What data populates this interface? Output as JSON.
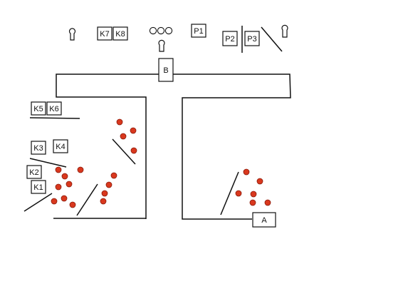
{
  "diagram": {
    "labels": {
      "k1": "K1",
      "k2": "K2",
      "k3": "K3",
      "k4": "K4",
      "k5": "K5",
      "k6": "K6",
      "k7": "K7",
      "k8": "K8",
      "p1": "P1",
      "p2": "P2",
      "p3": "P3",
      "a": "A",
      "b": "B"
    },
    "colors": {
      "line": "#111111",
      "dot_fill": "#d9381e",
      "dot_stroke": "#8a1a0a"
    },
    "icons": [
      "keyhole-icon",
      "keyhole-icon",
      "keyhole-icon",
      "triple-circle-icon"
    ]
  }
}
